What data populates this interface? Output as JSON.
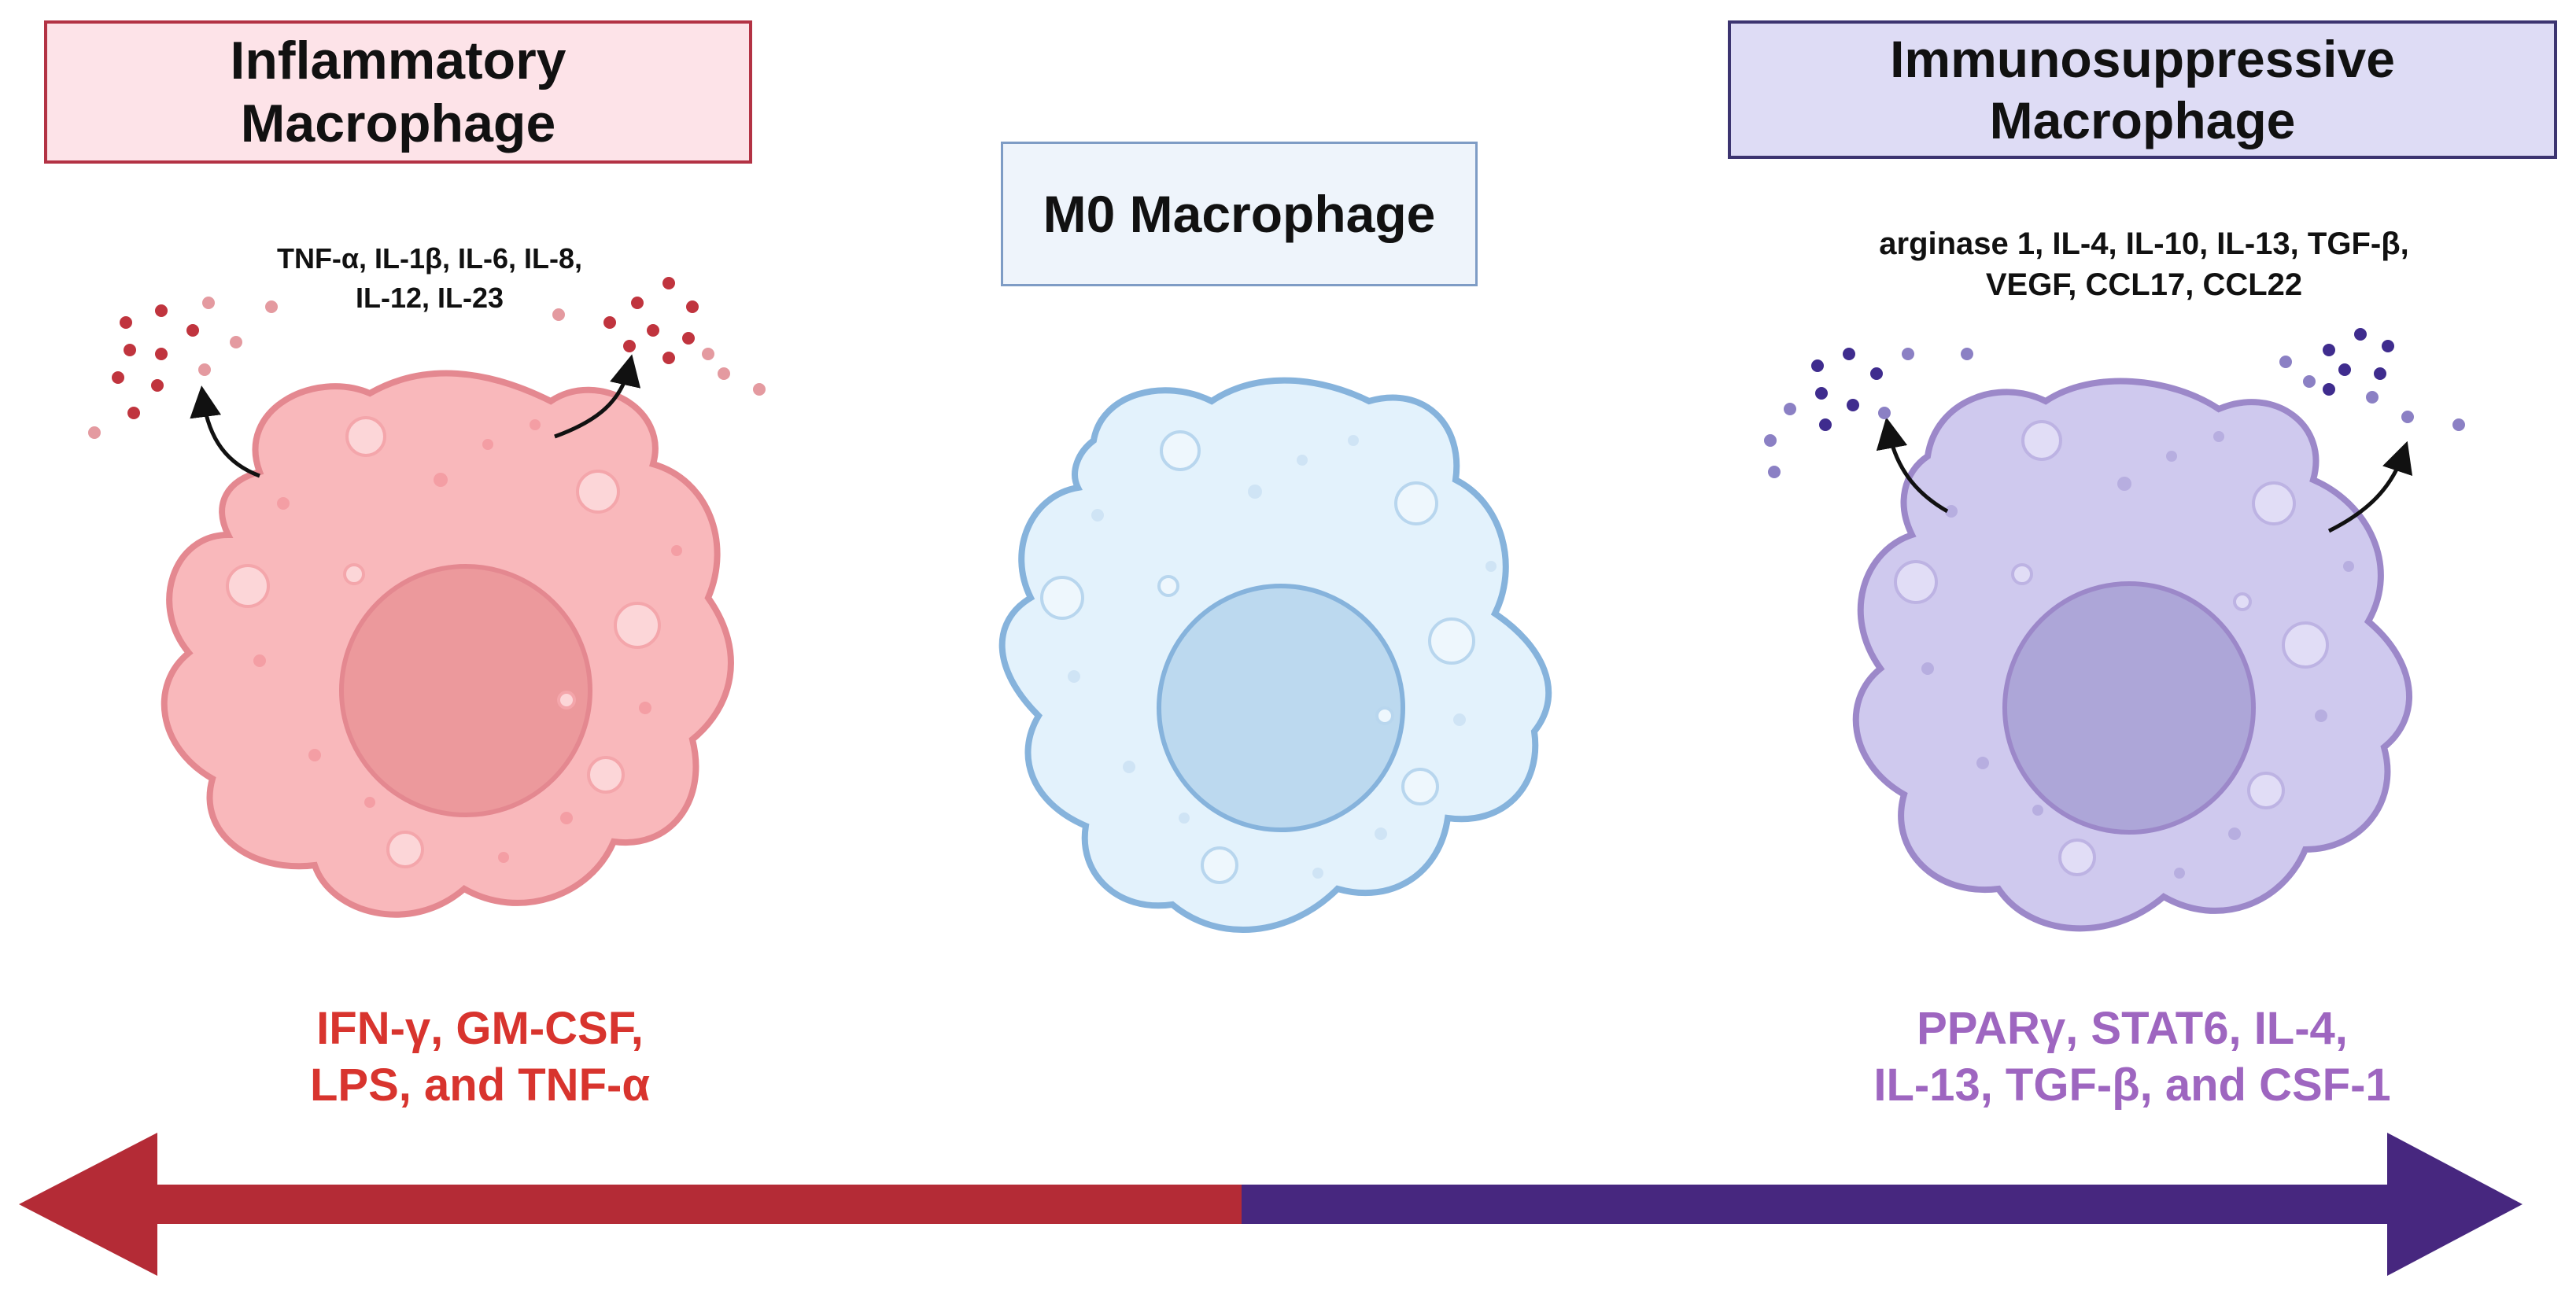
{
  "colors": {
    "inflammatory_accent": "#b33244",
    "inflammatory_text": "#d8342e",
    "immunosuppressive_accent": "#3c3470",
    "immunosuppressive_text": "#9e66c0",
    "m0_accent": "#7e9cc5"
  },
  "inflammatory": {
    "title_line1": "Inflammatory",
    "title_line2": "Macrophage",
    "cytokines_line1": "TNF-α, IL-1β, IL-6, IL-8,",
    "cytokines_line2": "IL-12, IL-23",
    "stimuli_line1": "IFN-γ, GM-CSF,",
    "stimuli_line2": "LPS, and TNF-α"
  },
  "m0": {
    "title": "M0 Macrophage"
  },
  "immunosuppressive": {
    "title_line1": "Immunosuppressive",
    "title_line2": "Macrophage",
    "cytokines_line1": "arginase 1, IL-4, IL-10, IL-13, TGF-β,",
    "cytokines_line2": "VEGF, CCL17, CCL22",
    "stimuli_line1": "PPARγ, STAT6, IL-4,",
    "stimuli_line2": "IL-13, TGF-β, and CSF-1"
  },
  "spectrum_arrow": {
    "left_color": "#b42b36",
    "right_color": "#47277f"
  }
}
